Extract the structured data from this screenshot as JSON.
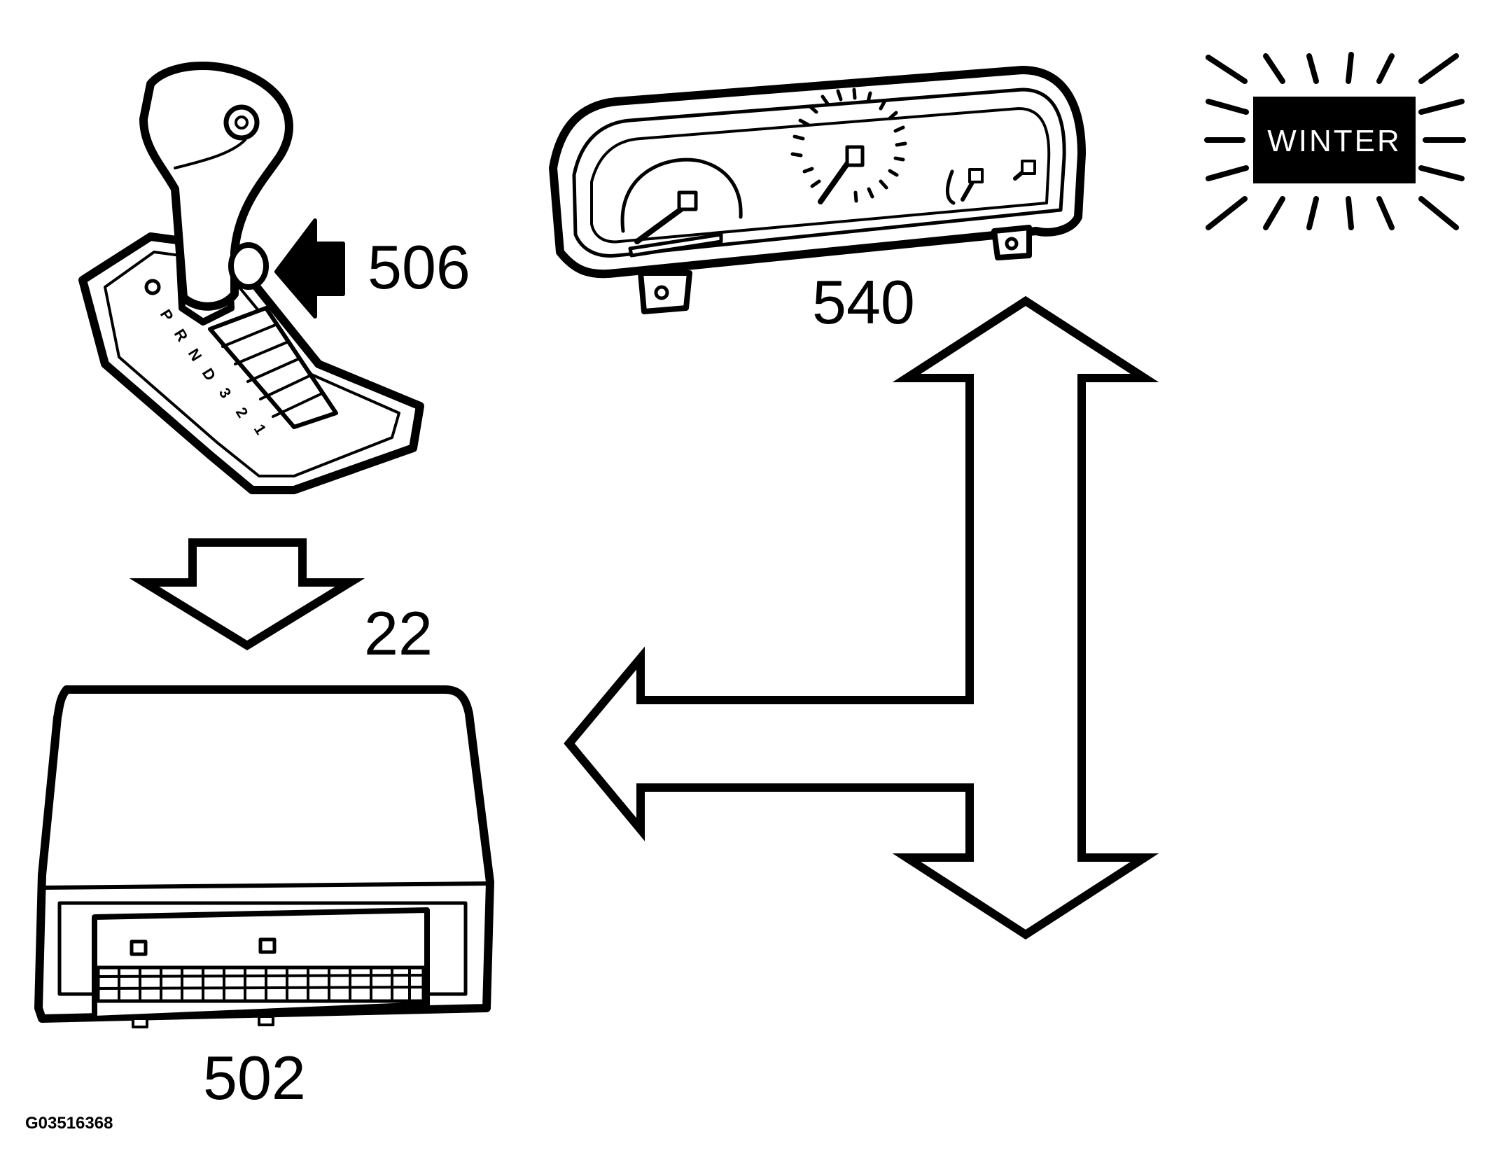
{
  "labels": {
    "shifter": "506",
    "cluster": "540",
    "bus": "22",
    "module": "502"
  },
  "winter_lamp": {
    "text": "WINTER"
  },
  "figure_id": "G03516368",
  "gear_positions": [
    "P",
    "R",
    "N",
    "D",
    "3",
    "2",
    "1"
  ],
  "colors": {
    "ink": "#000000",
    "background": "#ffffff"
  }
}
